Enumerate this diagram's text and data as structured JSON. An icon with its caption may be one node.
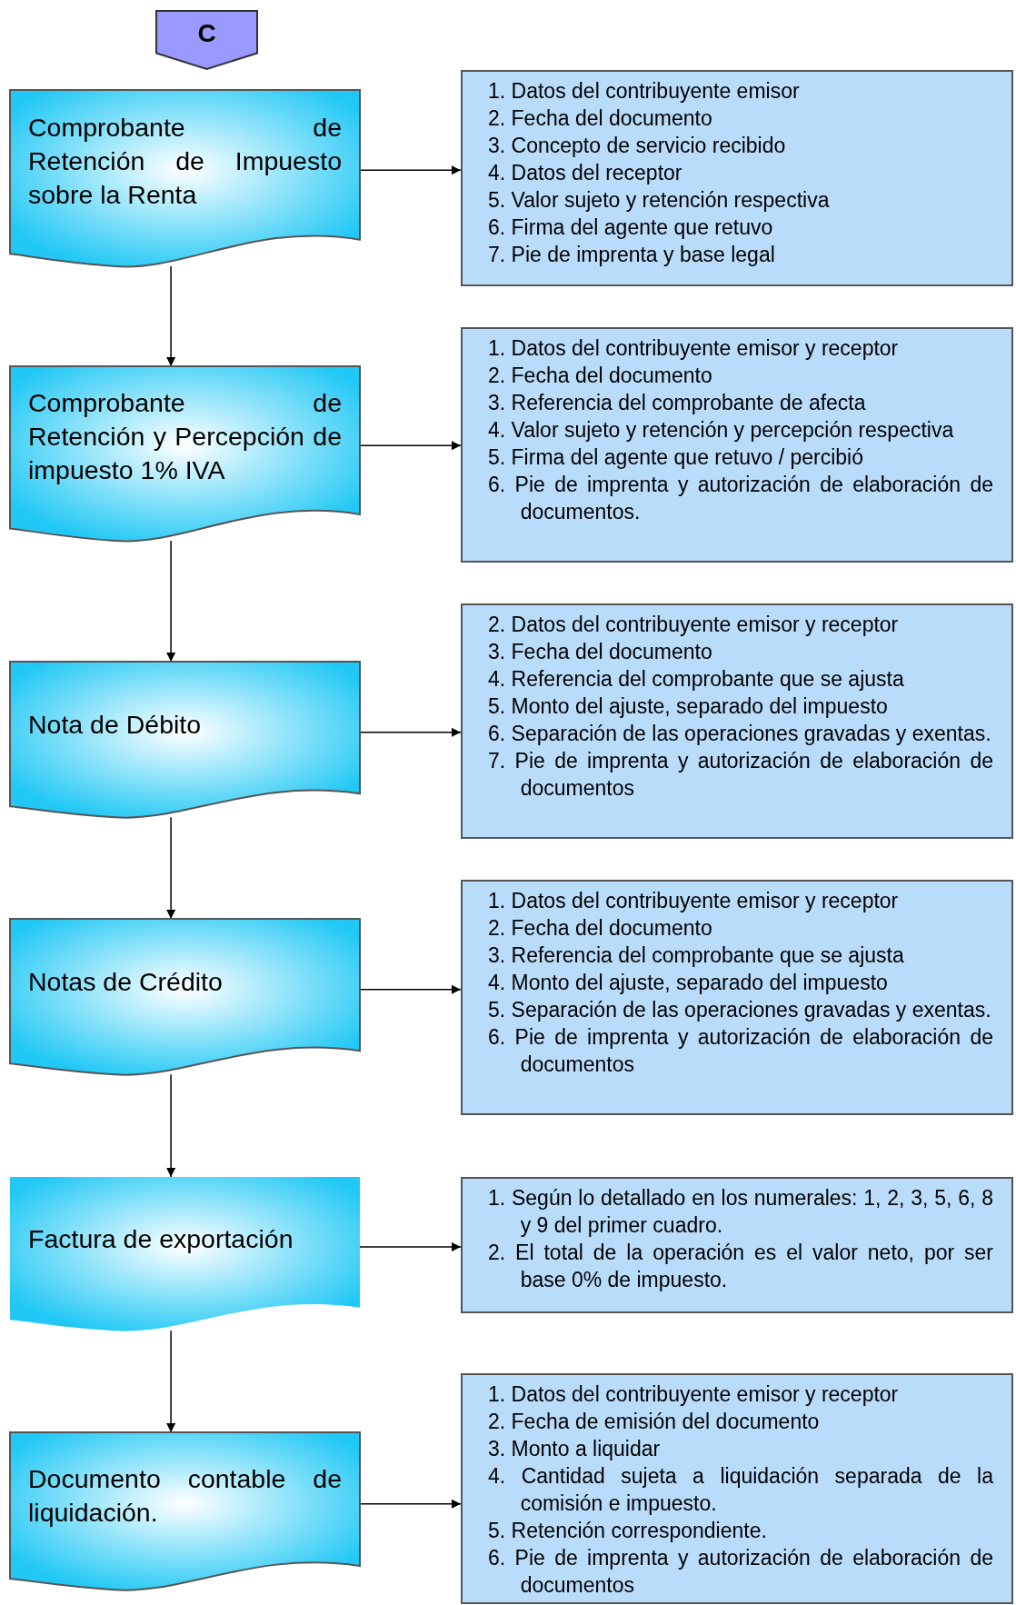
{
  "diagram": {
    "nodes": [
      {
        "text": [
          "C"
        ]
      },
      {
        "text": [
          "Comprobante de Retención de Impuesto sobre la Renta"
        ]
      },
      {
        "text": [
          "1. Datos del contribuyente emisor",
          "2. Fecha del documento",
          "3. Concepto de servicio recibido",
          "4. Datos del receptor",
          "5. Valor sujeto y retención respectiva",
          "6. Firma del agente que retuvo",
          "7. Pie de imprenta y base legal"
        ]
      },
      {
        "text": [
          "Comprobante de Retención y Percepción de impuesto 1% IVA"
        ]
      },
      {
        "text": [
          "1. Datos del contribuyente emisor y receptor",
          "2. Fecha del documento",
          "3. Referencia del comprobante de afecta",
          "4. Valor sujeto y retención y percepción respectiva",
          "5. Firma del agente que retuvo / percibió",
          "6. Pie de imprenta y autorización de elaboración de documentos."
        ]
      },
      {
        "text": [
          "Nota de Débito"
        ]
      },
      {
        "text": [
          "2. Datos del contribuyente emisor y receptor",
          "3. Fecha del documento",
          "4. Referencia del comprobante que se ajusta",
          "5. Monto del ajuste, separado del impuesto",
          "6. Separación de las operaciones gravadas y exentas.",
          "7. Pie de imprenta y autorización de elaboración de documentos"
        ]
      },
      {
        "text": [
          "Notas de Crédito"
        ]
      },
      {
        "text": [
          "1. Datos del contribuyente emisor y receptor",
          "2. Fecha del documento",
          "3. Referencia del comprobante que se ajusta",
          "4. Monto del ajuste, separado del impuesto",
          "5. Separación de las operaciones gravadas y exentas.",
          "6. Pie de imprenta y autorización de elaboración de documentos"
        ]
      },
      {
        "text": [
          "Factura de exportación"
        ]
      },
      {
        "text": [
          "1. Según lo detallado en los numerales: 1, 2, 3, 5, 6, 8 y 9 del primer cuadro.",
          "2. El total de la operación es el valor neto, por ser base 0% de impuesto."
        ]
      },
      {
        "text": [
          "Documento contable de liquidación."
        ]
      },
      {
        "text": [
          "1. Datos del contribuyente emisor y receptor",
          "2. Fecha de emisión del documento",
          "3. Monto a liquidar",
          "4. Cantidad sujeta a liquidación separada de la comisión e impuesto.",
          "5. Retención correspondiente.",
          "6. Pie de imprenta y autorización de elaboración de documentos"
        ]
      }
    ],
    "edges": [
      {
        "from": 1,
        "to": 2,
        "arrow": "to"
      },
      {
        "from": 1,
        "to": 3,
        "arrow": "to"
      },
      {
        "from": 3,
        "to": 4,
        "arrow": "to"
      },
      {
        "from": 3,
        "to": 5,
        "arrow": "to"
      },
      {
        "from": 5,
        "to": 6,
        "arrow": "to"
      },
      {
        "from": 5,
        "to": 7,
        "arrow": "to"
      },
      {
        "from": 7,
        "to": 8,
        "arrow": "to"
      },
      {
        "from": 7,
        "to": 9,
        "arrow": "to"
      },
      {
        "from": 9,
        "to": 10,
        "arrow": "to"
      },
      {
        "from": 9,
        "to": 11,
        "arrow": "to"
      },
      {
        "from": 11,
        "to": 12,
        "arrow": "to"
      }
    ]
  }
}
